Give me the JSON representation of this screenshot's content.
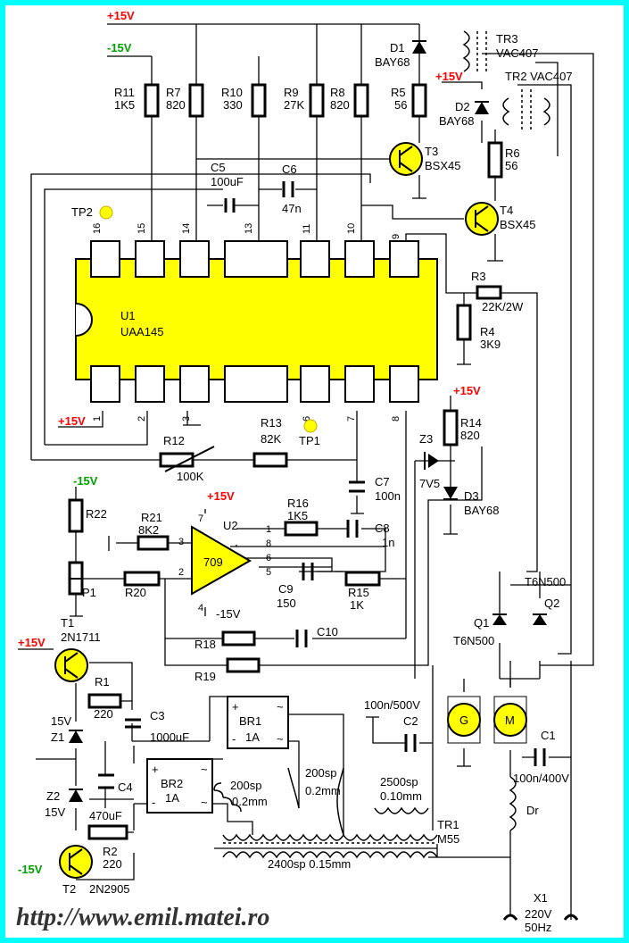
{
  "rails": {
    "p15_top": "+15V",
    "m15_top": "-15V",
    "p15_tr2": "+15V",
    "p15_r14": "+15V",
    "m15_r22": "-15V",
    "p15_u2": "+15V",
    "m15_u2": "-15V",
    "p15_t1": "+15V",
    "m15_t2": "-15V",
    "p15_pin1": "+15V"
  },
  "ic": {
    "ref": "U1",
    "part": "UAA145",
    "pins_top": [
      "16",
      "15",
      "14",
      "13",
      "11",
      "10",
      "9"
    ],
    "pins_bottom": [
      "1",
      "2",
      "3",
      "6",
      "7",
      "8"
    ]
  },
  "resistors": {
    "r11": [
      "R11",
      "1K5"
    ],
    "r7": [
      "R7",
      "820"
    ],
    "r10": [
      "R10",
      "330"
    ],
    "r9": [
      "R9",
      "27K"
    ],
    "r8": [
      "R8",
      "820"
    ],
    "r5": [
      "R5",
      "56"
    ],
    "r6": [
      "R6",
      "56"
    ],
    "r3": [
      "R3",
      "22K/2W"
    ],
    "r4": [
      "R4",
      "3K9"
    ],
    "r14": [
      "R14",
      "820"
    ],
    "r13": [
      "R13",
      "82K"
    ],
    "r12": [
      "R12",
      "100K"
    ],
    "r22": "R22",
    "r21": [
      "R21",
      "8K2"
    ],
    "r20": "R20",
    "r16": [
      "R16",
      "1K5"
    ],
    "r15": [
      "R15",
      "1K"
    ],
    "r18": "R18",
    "r19": "R19",
    "r1": [
      "R1",
      "220"
    ],
    "r2": [
      "R2",
      "220"
    ]
  },
  "caps": {
    "c5": [
      "C5",
      "100uF"
    ],
    "c6": [
      "C6",
      "47n"
    ],
    "c7": [
      "C7",
      "100n"
    ],
    "c8": [
      "C8",
      "1n"
    ],
    "c9": [
      "C9",
      "150"
    ],
    "c10": "C10",
    "c3": [
      "C3",
      "1000uF"
    ],
    "c4": [
      "C4",
      "470uF"
    ],
    "c2": [
      "100n/500V",
      "C2"
    ],
    "c1": [
      "C1",
      "100n/400V"
    ]
  },
  "semis": {
    "d1": [
      "D1",
      "BAY68"
    ],
    "d2": [
      "D2",
      "BAY68"
    ],
    "d3": [
      "D3",
      "BAY68"
    ],
    "z3": [
      "Z3",
      "7V5"
    ],
    "t3": [
      "T3",
      "BSX45"
    ],
    "t4": [
      "T4",
      "BSX45"
    ],
    "tr3": [
      "TR3",
      "VAC407"
    ],
    "tr2": "TR2 VAC407",
    "q1": [
      "Q1",
      "T6N500"
    ],
    "q2": "Q2",
    "q_top": "T6N500",
    "t1": [
      "T1",
      "2N1711"
    ],
    "t2": [
      "T2",
      "2N2905"
    ],
    "z1": [
      "15V",
      "Z1"
    ],
    "z2": [
      "Z2",
      "15V"
    ],
    "br1": [
      "BR1",
      "1A"
    ],
    "br2": [
      "BR2",
      "1A"
    ]
  },
  "u2": {
    "ref": "U2",
    "part": "709",
    "pins": [
      "1",
      "8",
      "6",
      "5",
      "3",
      "2",
      "7",
      "4"
    ]
  },
  "tp": {
    "tp1": "TP1",
    "tp2": "TP2"
  },
  "pot": "P1",
  "motor": {
    "gen": "G",
    "mot": "M"
  },
  "transformer": {
    "w1": [
      "200sp",
      "0.2mm"
    ],
    "w2": [
      "200sp",
      "0.2mm"
    ],
    "w3": [
      "2500sp",
      "0.10mm"
    ],
    "w4": "2400sp   0.15mm",
    "ref": [
      "TR1",
      "M55"
    ]
  },
  "choke": "Dr",
  "mains": [
    "X1",
    "220V",
    "50Hz"
  ],
  "url": "http://www.emil.matei.ro"
}
